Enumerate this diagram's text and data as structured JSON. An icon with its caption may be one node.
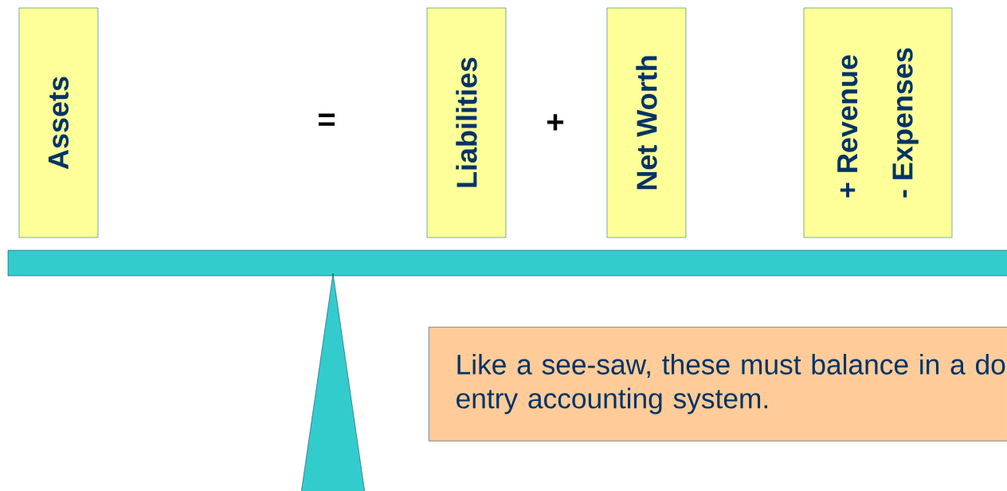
{
  "diagram": {
    "nodes": [
      {
        "text": [
          "Assets"
        ]
      },
      {
        "text": [
          "Liabilities"
        ]
      },
      {
        "text": [
          "Net Worth"
        ]
      },
      {
        "text": [
          "+ Revenue",
          "- Expenses"
        ]
      },
      {
        "text": [
          "Like a see-saw, these must balance in a do entry accounting system."
        ]
      }
    ],
    "labels": [
      "=",
      "+"
    ]
  }
}
